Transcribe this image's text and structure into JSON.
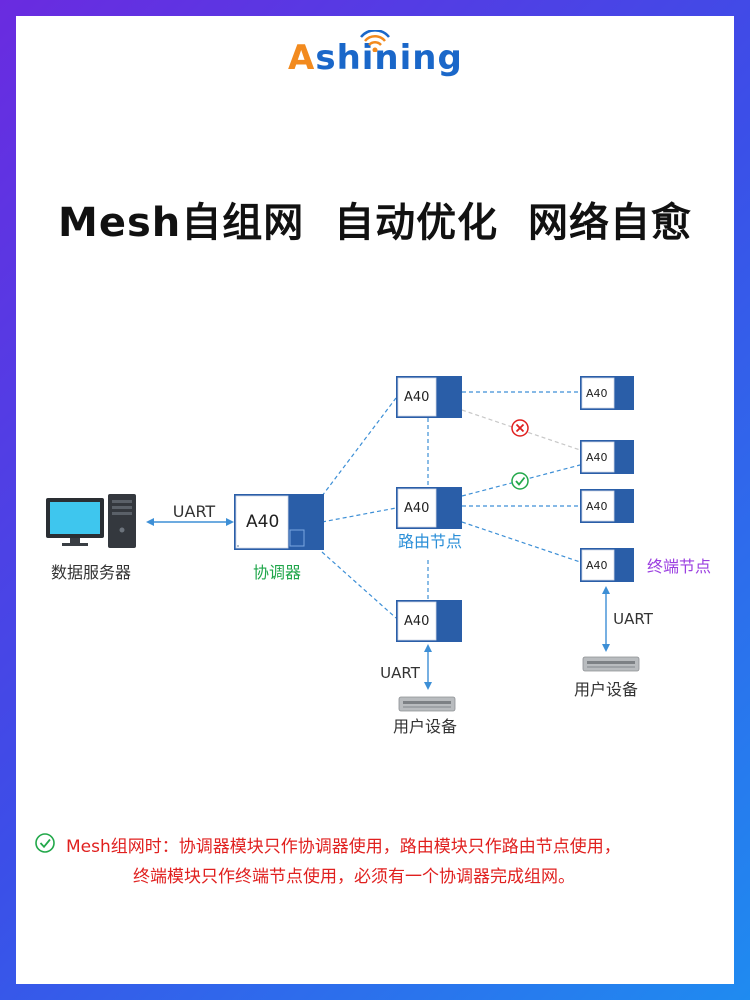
{
  "brand": {
    "logo_text_first": "A",
    "logo_text_rest": "shining"
  },
  "headline": "Mesh自组网  自动优化  网络自愈",
  "diagram": {
    "module_label": "A40",
    "server_label": "数据服务器",
    "uart_label": "UART",
    "coordinator_label": "协调器",
    "router_label": "路由节点",
    "end_node_label": "终端节点",
    "user_device_label": "用户设备"
  },
  "note": {
    "line1": "Mesh组网时：协调器模块只作协调器使用，路由模块只作路由节点使用，",
    "line2": "终端模块只作终端节点使用，必须有一个协调器完成组网。"
  },
  "colors": {
    "module_blue": "#2a5ea8",
    "link_blue": "#3d8fd6",
    "coordinator_green": "#1fa64a",
    "router_blue": "#2b8fd8",
    "end_purple": "#9b3fe0",
    "note_red": "#e0201f",
    "ok_green": "#22a84a",
    "fail_red": "#e0201f"
  },
  "icons": [
    "monitor-icon",
    "pc-tower-icon",
    "signal-icon",
    "check-circle-icon",
    "cross-circle-icon",
    "user-device-icon"
  ]
}
